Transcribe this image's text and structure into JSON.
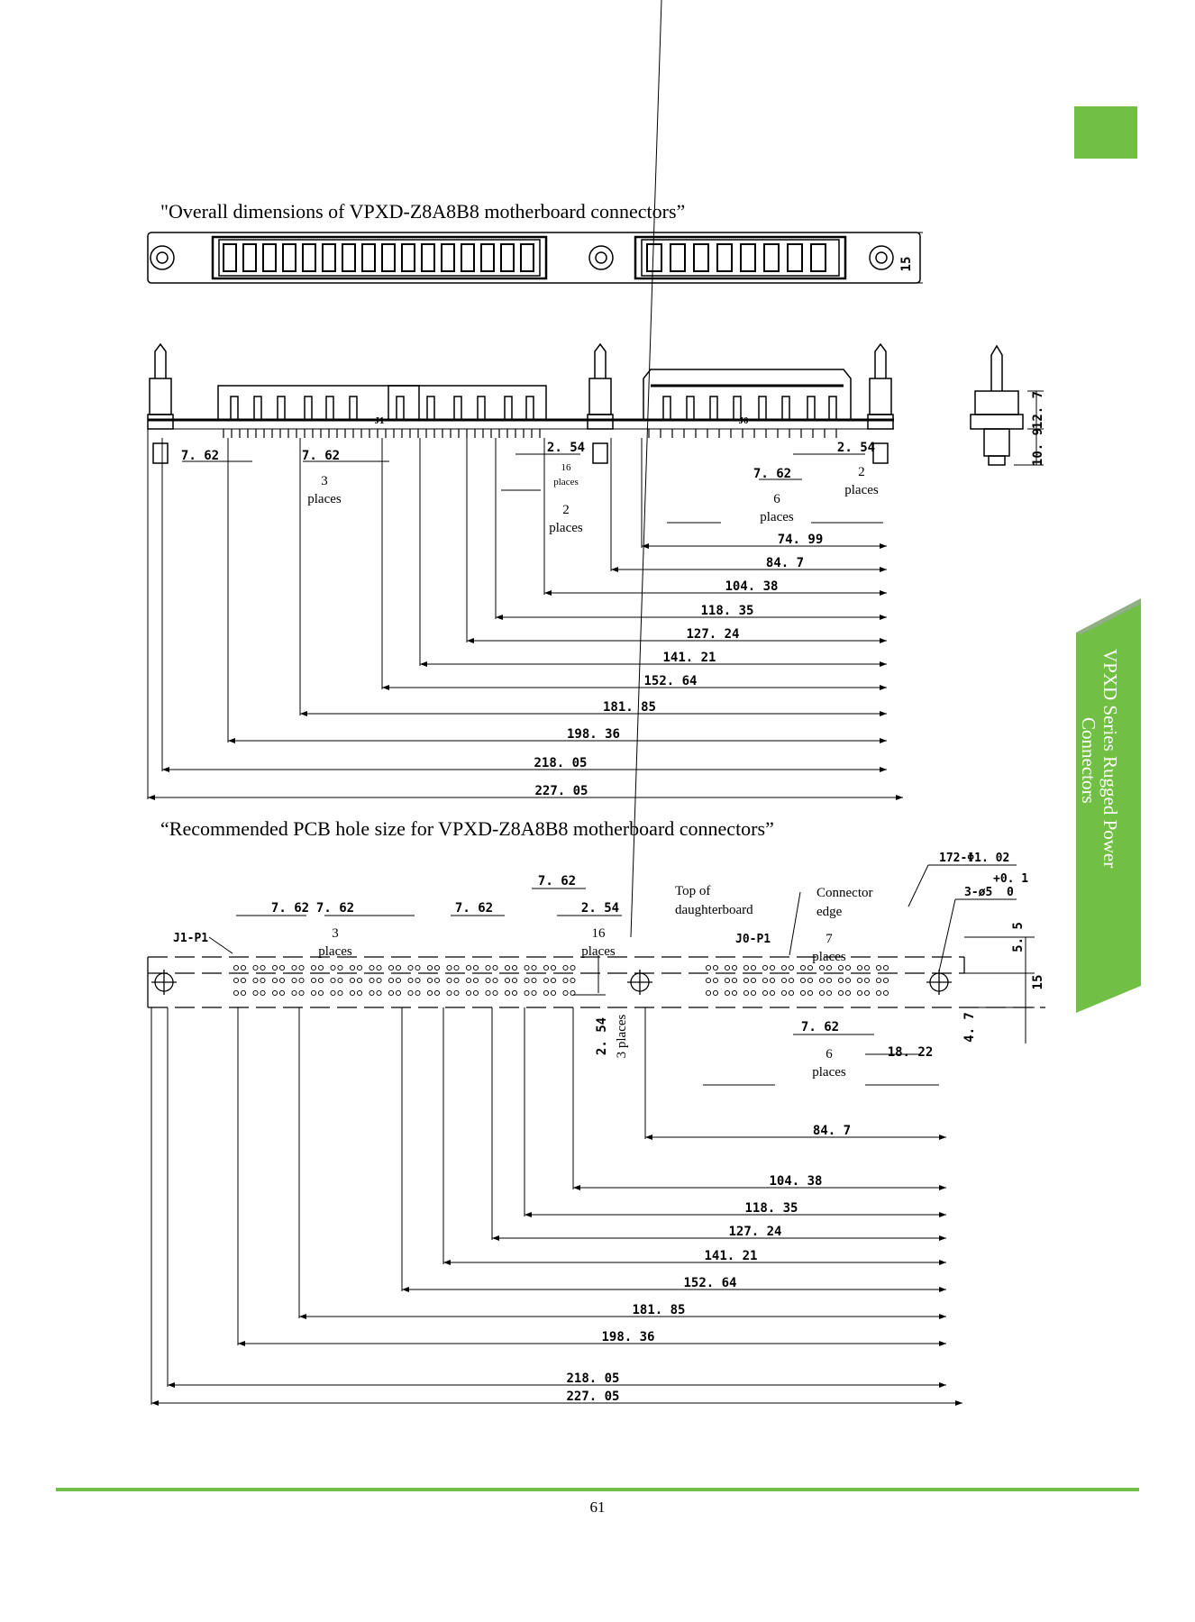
{
  "colors": {
    "accent": "#71bf44",
    "line": "#000000"
  },
  "side_tab": {
    "line1": "VPXD  Series Rugged Power",
    "line2": "Connectors"
  },
  "captions": {
    "overall": "\"Overall dimensions of VPXD-Z8A8B8 motherboard connectors”",
    "pcb": "“Recommended PCB hole size for VPXD-Z8A8B8 motherboard connectors”"
  },
  "top_view": {
    "height_label": "15"
  },
  "front_view": {
    "connector_labels": [
      "J1",
      "J0"
    ],
    "pitch_labels": [
      {
        "value": "7. 62"
      },
      {
        "value": "7. 62",
        "note": "3\nplaces"
      },
      {
        "value": "2. 54",
        "note": "16\nplaces"
      },
      {
        "note": "2\nplaces"
      },
      {
        "value": "7. 62",
        "note": "6\nplaces"
      },
      {
        "value": "2. 54",
        "note": "2\nplaces"
      }
    ],
    "chain_dims": [
      "74. 99",
      "84. 7",
      "104. 38",
      "118. 35",
      "127. 24",
      "141. 21",
      "152. 64",
      "181. 85",
      "198. 36",
      "218. 05",
      "227. 05"
    ]
  },
  "side_view": {
    "dims": [
      "12. 7",
      "10. 9"
    ]
  },
  "pcb_view": {
    "hole_spec": "172-Φ1. 02",
    "tolerance": "+0. 1",
    "tol_zero": "0",
    "mount_spec": "3-ø5",
    "labels": {
      "j1_p1": "J1-P1",
      "j0_p1": "J0-P1",
      "top_of": "Top of",
      "daughterboard": "daughterboard",
      "connector": "Connector",
      "edge": "edge"
    },
    "pitch_labels": [
      {
        "value": "7. 62"
      },
      {
        "value": "7. 62",
        "note": "3\nplaces"
      },
      {
        "value": "7. 62"
      },
      {
        "value": "7. 62"
      },
      {
        "value": "2. 54",
        "note": "16\nplaces"
      },
      {
        "value": "7. 62",
        "note": "6\nplaces"
      },
      {
        "value": "18. 22"
      },
      {
        "note": "7\nplaces"
      },
      {
        "value": "2. 54",
        "note": "3 places"
      }
    ],
    "side_dims": [
      "5. 5",
      "15",
      "4. 7"
    ],
    "chain_dims": [
      "84. 7",
      "104. 38",
      "118. 35",
      "127. 24",
      "141. 21",
      "152. 64",
      "181. 85",
      "198. 36",
      "218. 05",
      "227. 05"
    ]
  },
  "page_number": "61"
}
